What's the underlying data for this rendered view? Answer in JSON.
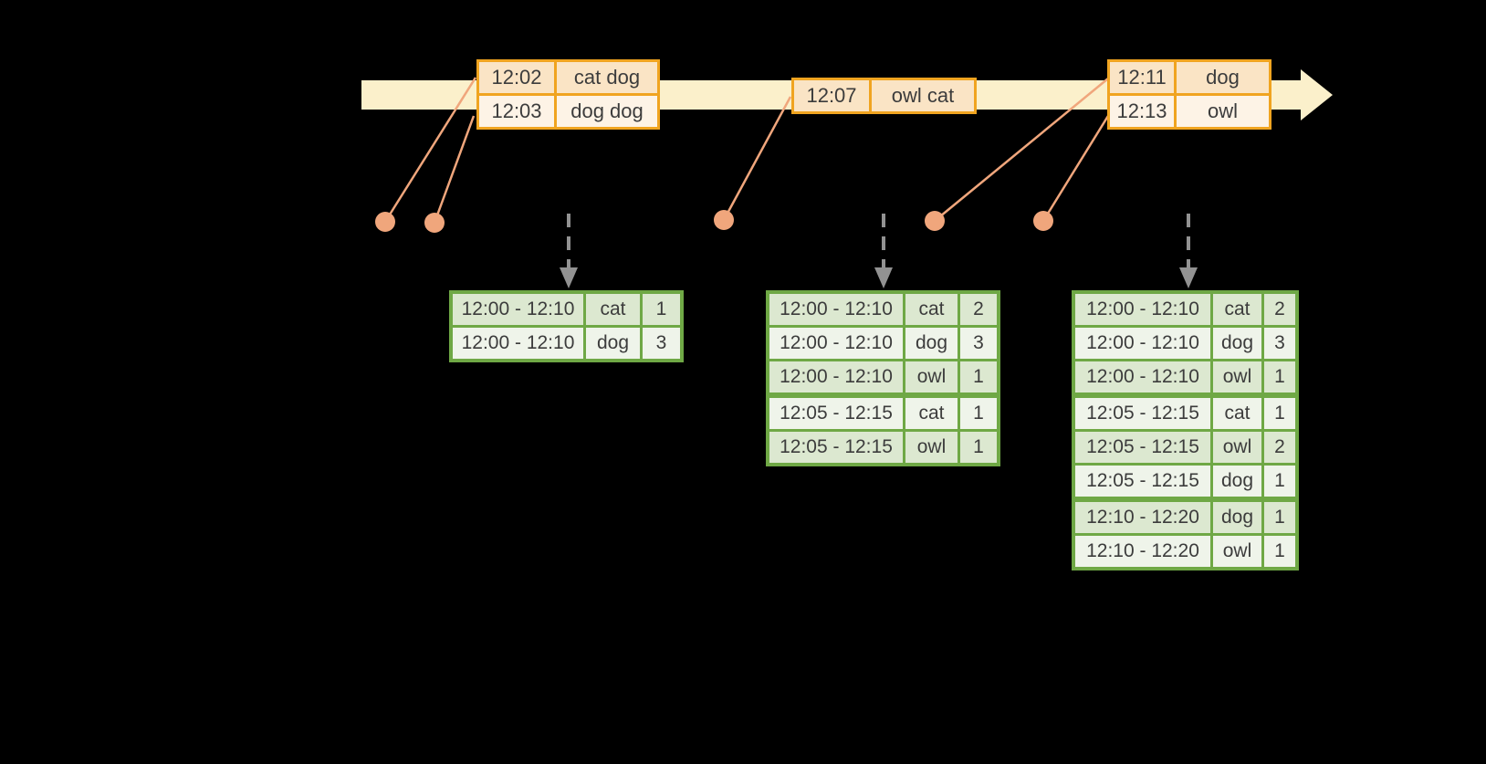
{
  "colors": {
    "background": "#000000",
    "timeline-fill": "#FBF0CB",
    "event-border": "#F0A420",
    "event-row-dark": "#FAE4C5",
    "event-row-light": "#FDF3E6",
    "connector": "#F0A67C",
    "dashed-arrow": "#929292",
    "result-border": "#6FA845",
    "result-row-dark": "#DCE8D0",
    "result-row-light": "#EFF4EA",
    "cell-text": "#3C3C3C"
  },
  "timeline": {
    "event_tables": [
      {
        "rows": [
          {
            "cells": [
              "12:02",
              "cat dog"
            ]
          },
          {
            "cells": [
              "12:03",
              "dog dog"
            ]
          }
        ]
      },
      {
        "rows": [
          {
            "cells": [
              "12:07",
              "owl cat"
            ]
          }
        ]
      },
      {
        "rows": [
          {
            "cells": [
              "12:11",
              "dog"
            ]
          },
          {
            "cells": [
              "12:13",
              "owl"
            ]
          }
        ]
      }
    ]
  },
  "result_tables": [
    {
      "rows": [
        {
          "cells": [
            "12:00 - 12:10",
            "cat",
            "1"
          ]
        },
        {
          "cells": [
            "12:00 - 12:10",
            "dog",
            "3"
          ]
        }
      ]
    },
    {
      "rows": [
        {
          "cells": [
            "12:00 - 12:10",
            "cat",
            "2"
          ]
        },
        {
          "cells": [
            "12:00 - 12:10",
            "dog",
            "3"
          ]
        },
        {
          "cells": [
            "12:00 - 12:10",
            "owl",
            "1"
          ]
        },
        {
          "cells": [
            "12:05 - 12:15",
            "cat",
            "1"
          ],
          "group_start": true
        },
        {
          "cells": [
            "12:05 - 12:15",
            "owl",
            "1"
          ]
        }
      ]
    },
    {
      "rows": [
        {
          "cells": [
            "12:00 - 12:10",
            "cat",
            "2"
          ]
        },
        {
          "cells": [
            "12:00 - 12:10",
            "dog",
            "3"
          ]
        },
        {
          "cells": [
            "12:00 - 12:10",
            "owl",
            "1"
          ]
        },
        {
          "cells": [
            "12:05 - 12:15",
            "cat",
            "1"
          ],
          "group_start": true
        },
        {
          "cells": [
            "12:05 - 12:15",
            "owl",
            "2"
          ]
        },
        {
          "cells": [
            "12:05 - 12:15",
            "dog",
            "1"
          ]
        },
        {
          "cells": [
            "12:10 - 12:20",
            "dog",
            "1"
          ],
          "group_start": true
        },
        {
          "cells": [
            "12:10 - 12:20",
            "owl",
            "1"
          ]
        }
      ]
    }
  ]
}
